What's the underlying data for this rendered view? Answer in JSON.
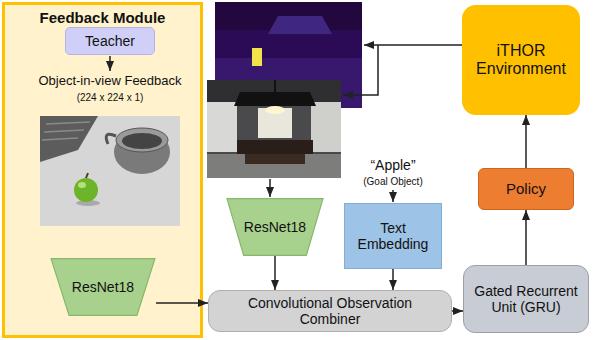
{
  "diagram": {
    "nodes": [
      {
        "text": [
          "Feedback Module"
        ]
      },
      {
        "text": [
          "Teacher"
        ],
        "in": 0
      },
      {
        "text": [
          "ResNet18"
        ],
        "in": 0
      },
      {
        "text": [
          "ResNet18"
        ]
      },
      {
        "text": [
          "Text Embedding"
        ]
      },
      {
        "text": [
          "Convolutional Observation Combiner"
        ]
      },
      {
        "text": [
          "iTHOR Environment"
        ]
      },
      {
        "text": [
          "Policy"
        ]
      },
      {
        "text": [
          "Gated Recurrent Unit (GRU)"
        ]
      }
    ],
    "edges": [
      {
        "from": 2,
        "to": 5,
        "arrow": "to"
      },
      {
        "from": 3,
        "to": 5,
        "arrow": "to"
      },
      {
        "from": 4,
        "to": 5,
        "arrow": "to"
      },
      {
        "from": 5,
        "to": 8,
        "arrow": "to"
      },
      {
        "from": 8,
        "to": 7,
        "arrow": "to"
      },
      {
        "from": 7,
        "to": 6,
        "arrow": "to"
      }
    ],
    "labels": [
      "Object-in-view Feedback",
      "(224 x 224 x 1)",
      "“Apple”",
      "(Goal Object)"
    ]
  }
}
